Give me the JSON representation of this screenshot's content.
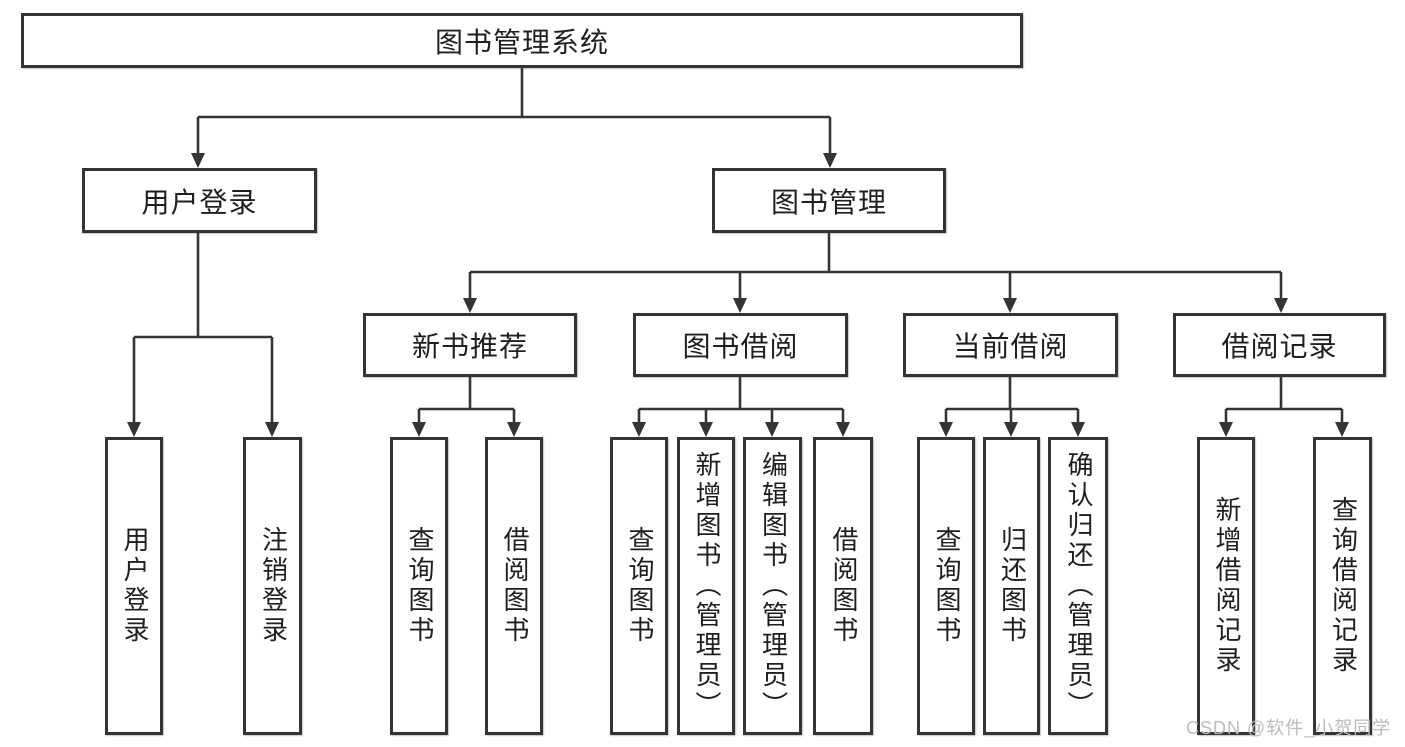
{
  "colors": {
    "line": "#343434",
    "box_border": "#343434",
    "text": "#1f1f1f",
    "watermark": "#bcbcbc",
    "background": "#ffffff"
  },
  "watermark": {
    "text": "CSDN @软件_小贺同学"
  },
  "tree": {
    "root": {
      "label": "图书管理系统",
      "children": [
        {
          "label": "用户登录",
          "children": [
            {
              "label": "用户登录"
            },
            {
              "label": "注销登录"
            }
          ]
        },
        {
          "label": "图书管理",
          "children": [
            {
              "label": "新书推荐",
              "children": [
                {
                  "label": "查询图书"
                },
                {
                  "label": "借阅图书"
                }
              ]
            },
            {
              "label": "图书借阅",
              "children": [
                {
                  "label": "查询图书"
                },
                {
                  "label": "新增图书（管理员）"
                },
                {
                  "label": "编辑图书（管理员）"
                },
                {
                  "label": "借阅图书"
                }
              ]
            },
            {
              "label": "当前借阅",
              "children": [
                {
                  "label": "查询图书"
                },
                {
                  "label": "归还图书"
                },
                {
                  "label": "确认归还（管理员）"
                }
              ]
            },
            {
              "label": "借阅记录",
              "children": [
                {
                  "label": "新增借阅记录"
                },
                {
                  "label": "查询借阅记录"
                }
              ]
            }
          ]
        }
      ]
    }
  }
}
